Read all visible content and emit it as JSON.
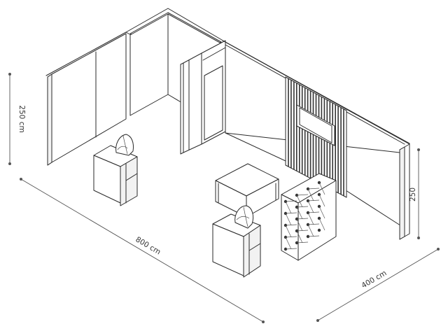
{
  "dimensions": {
    "height_left": "250 cm",
    "length": "800 cm",
    "depth": "400 cm",
    "height_right": "250"
  }
}
